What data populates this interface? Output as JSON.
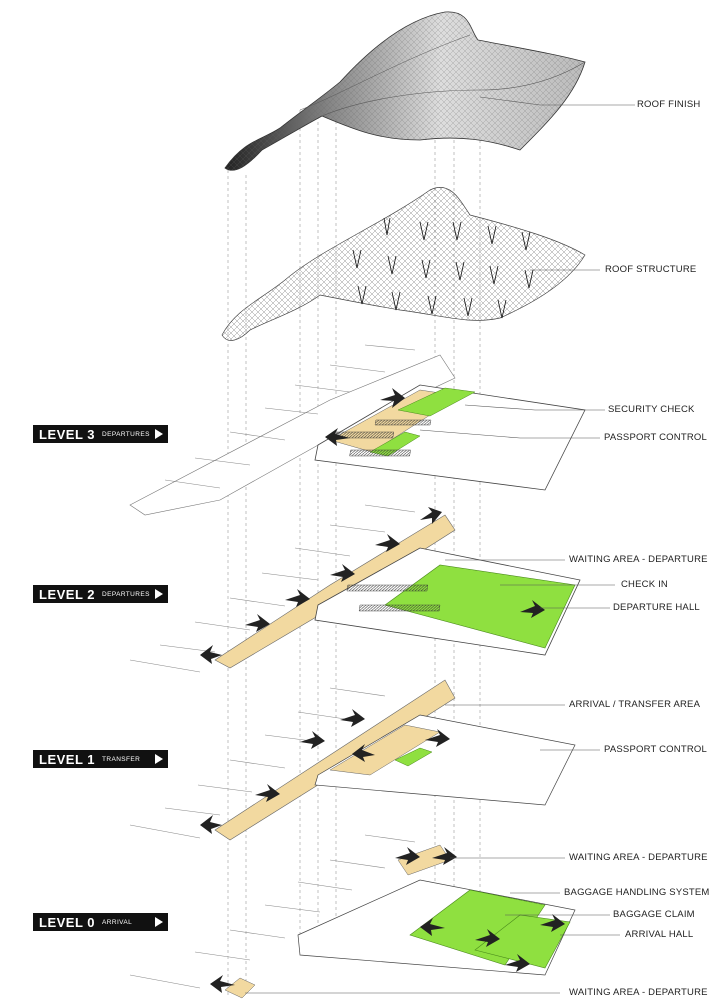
{
  "levels": [
    {
      "name": "LEVEL 3",
      "sub": "DEPARTURES"
    },
    {
      "name": "LEVEL 2",
      "sub": "DEPARTURES"
    },
    {
      "name": "LEVEL 1",
      "sub": "TRANSFER"
    },
    {
      "name": "LEVEL 0",
      "sub": "ARRIVAL"
    }
  ],
  "callouts": {
    "roof_finish": "ROOF FINISH",
    "roof_structure": "ROOF STRUCTURE",
    "security_check": "SECURITY CHECK",
    "passport_control_l3": "PASSPORT CONTROL",
    "waiting_departure_l2": "WAITING AREA - DEPARTURE",
    "check_in": "CHECK IN",
    "departure_hall": "DEPARTURE HALL",
    "arrival_transfer": "ARRIVAL / TRANSFER AREA",
    "passport_control_l1": "PASSPORT CONTROL",
    "waiting_departure_l0a": "WAITING AREA - DEPARTURE",
    "baggage_handling": "BAGGAGE HANDLING SYSTEM",
    "baggage_claim": "BAGGAGE CLAIM",
    "arrival_hall": "ARRIVAL HALL",
    "waiting_departure_l0b": "WAITING AREA - DEPARTURE"
  },
  "colors": {
    "green": "#8fe040",
    "tan": "#f2d9a0",
    "line": "#555555",
    "dark": "#111111"
  }
}
